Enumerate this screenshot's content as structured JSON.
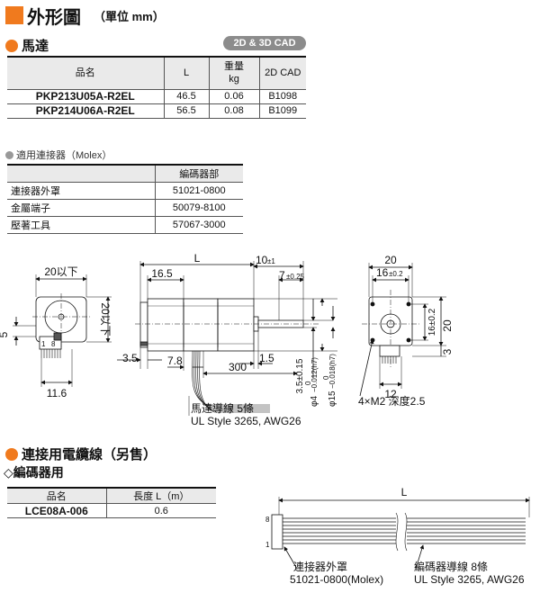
{
  "header": {
    "title": "外形圖",
    "unit": "（單位 mm）"
  },
  "motor_section": {
    "title": "馬達",
    "badge": "2D & 3D CAD",
    "columns": [
      "品名",
      "L",
      "重量\nkg",
      "2D CAD"
    ],
    "rows": [
      [
        "PKP213U05A-R2EL",
        "46.5",
        "0.06",
        "B1098"
      ],
      [
        "PKP214U06A-R2EL",
        "56.5",
        "0.08",
        "B1099"
      ]
    ]
  },
  "connector_section": {
    "title": "適用連接器（Molex）",
    "columns": [
      "",
      "編碼器部"
    ],
    "rows": [
      [
        "連接器外罩",
        "51021-0800"
      ],
      [
        "金屬端子",
        "50079-8100"
      ],
      [
        "壓著工具",
        "57067-3000"
      ]
    ]
  },
  "drawing": {
    "front_width": "20以下",
    "front_height": "20以下",
    "dim_5": "5",
    "pin_1": "1",
    "pin_8": "8",
    "dim_11_6": "11.6",
    "dim_L": "L",
    "dim_16_5": "16.5",
    "dim_10": "10",
    "tol_10": "±1",
    "dim_7": "7",
    "tol_7": "±0.25",
    "dim_3_5": "3.5",
    "dim_7_8": "7.8",
    "dim_300": "300",
    "dim_1_5": "1.5",
    "dim_3_5v": "3.5±0.15",
    "dim_phi4": "φ4",
    "tol_phi4": "−0.012(h7)",
    "dim_phi15": "φ15",
    "tol_phi15": "−0.018(h7)",
    "zero": "0",
    "lead_label": "馬達導線 5條",
    "lead_spec": "UL Style 3265, AWG26",
    "side_20": "20",
    "side_16": "16",
    "tol_16": "±0.2",
    "side_16v": "16±0.2",
    "side_20v": "20",
    "side_3": "3",
    "side_12": "12",
    "hole_label": "4×M2 深度2.5"
  },
  "cable_section": {
    "title": "連接用電纜線（另售）",
    "subtitle": "◇編碼器用",
    "columns": [
      "品名",
      "長度 L（m）"
    ],
    "rows": [
      [
        "LCE08A-006",
        "0.6"
      ]
    ],
    "dim_L": "L",
    "pin_8": "8",
    "pin_1": "1",
    "housing_label": "連接器外罩",
    "housing_part": "51021-0800(Molex)",
    "lead_label": "編碼器導線 8條",
    "lead_spec": "UL Style 3265, AWG26"
  }
}
